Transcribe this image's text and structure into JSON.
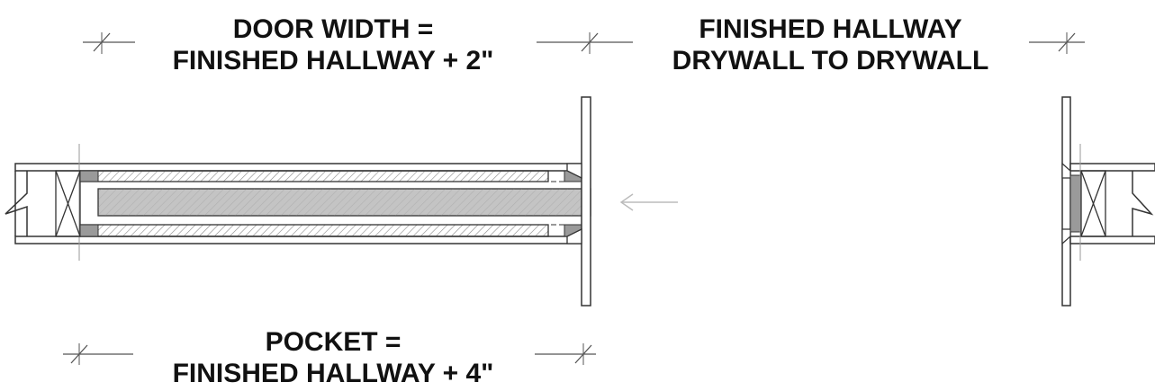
{
  "labels": {
    "door_width": {
      "line1": "DOOR WIDTH =",
      "line2": "FINISHED HALLWAY + 2\""
    },
    "finished_hallway": {
      "line1": "FINISHED HALLWAY",
      "line2": "DRYWALL TO DRYWALL"
    },
    "pocket": {
      "line1": "POCKET =",
      "line2": "FINISHED HALLWAY + 4\""
    }
  },
  "colors": {
    "line": "#333333",
    "hatch": "#888888",
    "door_fill": "#c4c4c4",
    "arrow": "#bbbbbb"
  },
  "icons": {
    "slide_direction": "arrow-left-icon",
    "wall_break": "break-line-icon",
    "stud": "stud-cross-icon"
  }
}
